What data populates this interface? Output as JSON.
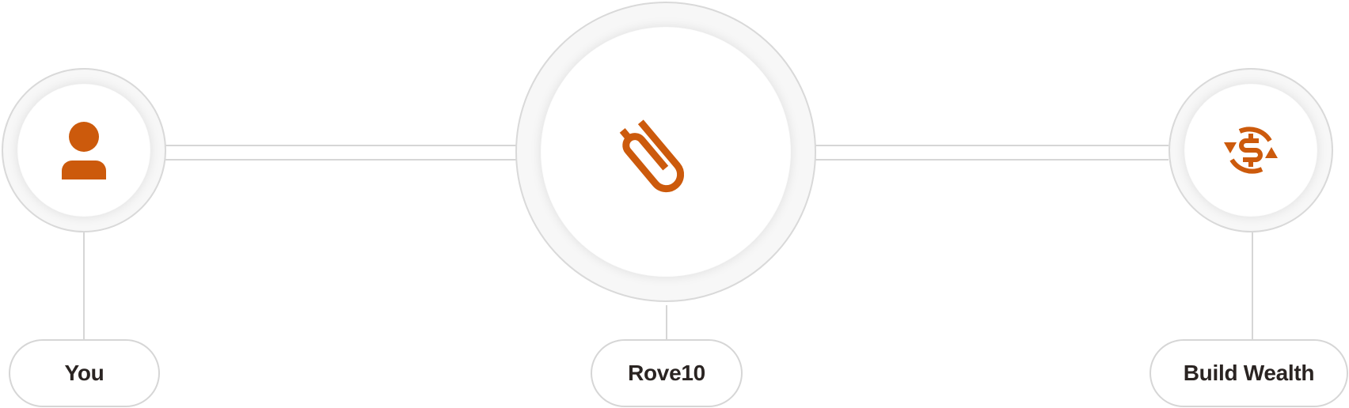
{
  "accent_color": "#cc5a0c",
  "nodes": [
    {
      "id": "you",
      "icon": "person-icon",
      "label": "You"
    },
    {
      "id": "rove10",
      "icon": "paperclip-icon",
      "label": "Rove10"
    },
    {
      "id": "build-wealth",
      "icon": "dollar-cycle-icon",
      "label": "Build Wealth"
    }
  ]
}
